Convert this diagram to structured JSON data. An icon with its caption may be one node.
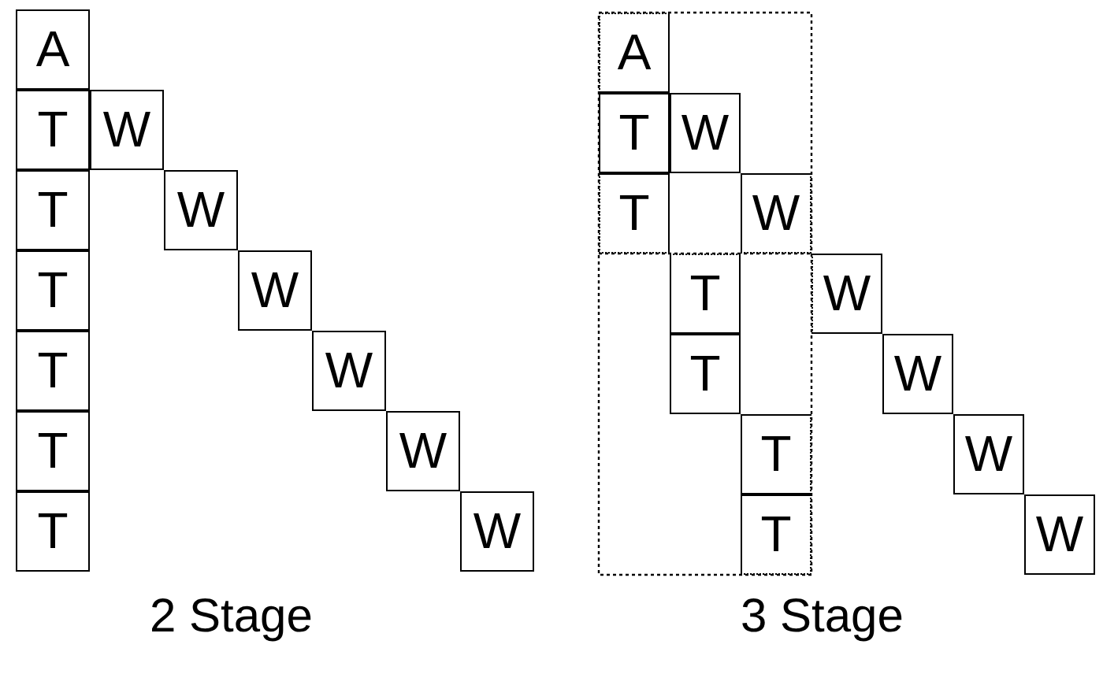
{
  "diagram": {
    "nodes": [
      {
        "text": [
          "A"
        ]
      },
      {
        "text": [
          "T"
        ]
      },
      {
        "text": [
          "W"
        ]
      },
      {
        "text": [
          "T"
        ]
      },
      {
        "text": [
          "W"
        ]
      },
      {
        "text": [
          "T"
        ]
      },
      {
        "text": [
          "W"
        ]
      },
      {
        "text": [
          "T"
        ]
      },
      {
        "text": [
          "W"
        ]
      },
      {
        "text": [
          "T"
        ]
      },
      {
        "text": [
          "W"
        ]
      },
      {
        "text": [
          "T"
        ]
      },
      {
        "text": [
          "W"
        ]
      },
      {
        "text": [
          "A"
        ]
      },
      {
        "text": [
          "T"
        ]
      },
      {
        "text": [
          "W"
        ]
      },
      {
        "text": [
          "T"
        ]
      },
      {
        "text": [
          "W"
        ]
      },
      {
        "text": [
          "T"
        ]
      },
      {
        "text": [
          "W"
        ]
      },
      {
        "text": [
          "T"
        ]
      },
      {
        "text": [
          "W"
        ]
      },
      {
        "text": [
          "T"
        ]
      },
      {
        "text": [
          "W"
        ]
      },
      {
        "text": [
          "T"
        ]
      },
      {
        "text": [
          "W"
        ]
      }
    ],
    "edges": [],
    "labels": [
      "2 Stage",
      "3 Stage"
    ]
  }
}
